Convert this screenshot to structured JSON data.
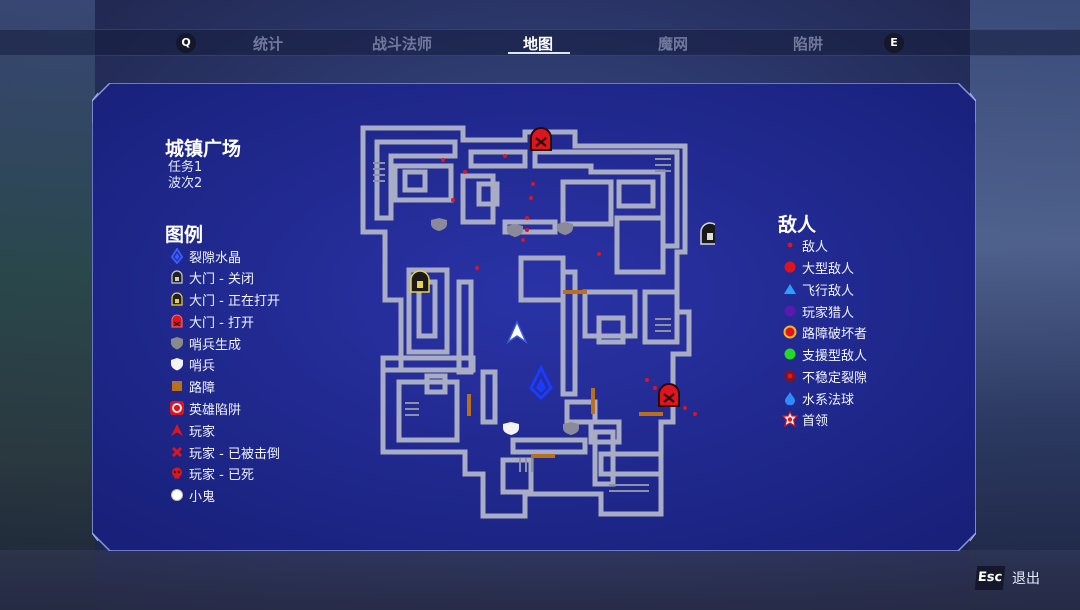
{
  "tabs": {
    "left_key": "Q",
    "right_key": "E",
    "items": [
      "统计",
      "战斗法师",
      "地图",
      "魔网",
      "陷阱"
    ],
    "active": "地图"
  },
  "location": {
    "title": "城镇广场",
    "mission": "任务1",
    "wave": "波次2"
  },
  "legend": {
    "title": "图例",
    "items": [
      {
        "label": "裂隙水晶",
        "icon": "rift-crystal-icon"
      },
      {
        "label": "大门 - 关闭",
        "icon": "gate-closed-icon"
      },
      {
        "label": "大门 - 正在打开",
        "icon": "gate-opening-icon"
      },
      {
        "label": "大门 - 打开",
        "icon": "gate-open-icon"
      },
      {
        "label": "哨兵生成",
        "icon": "sentry-spawn-icon"
      },
      {
        "label": "哨兵",
        "icon": "sentry-icon"
      },
      {
        "label": "路障",
        "icon": "barricade-icon"
      },
      {
        "label": "英雄陷阱",
        "icon": "hero-trap-icon"
      },
      {
        "label": "玩家",
        "icon": "player-icon"
      },
      {
        "label": "玩家 - 已被击倒",
        "icon": "player-downed-icon"
      },
      {
        "label": "玩家 - 已死",
        "icon": "player-dead-icon"
      },
      {
        "label": "小鬼",
        "icon": "imp-icon"
      }
    ]
  },
  "enemies": {
    "title": "敌人",
    "items": [
      {
        "label": "敌人",
        "icon": "enemy-dot-icon"
      },
      {
        "label": "大型敌人",
        "icon": "large-enemy-icon"
      },
      {
        "label": "飞行敌人",
        "icon": "flying-enemy-icon"
      },
      {
        "label": "玩家猎人",
        "icon": "player-hunter-icon"
      },
      {
        "label": "路障破坏者",
        "icon": "barricade-breaker-icon"
      },
      {
        "label": "支援型敌人",
        "icon": "support-enemy-icon"
      },
      {
        "label": "不稳定裂隙",
        "icon": "unstable-rift-icon"
      },
      {
        "label": "水系法球",
        "icon": "water-orb-icon"
      },
      {
        "label": "首领",
        "icon": "boss-icon"
      }
    ]
  },
  "footer": {
    "esc_key": "Esc",
    "exit_label": "退出"
  },
  "colors": {
    "panel_fill": "#1d2787",
    "panel_border": "#7d8dd6",
    "map_wall": "#a8acc4",
    "enemy_red": "#e0141e",
    "rift_blue": "#1a3cff"
  }
}
